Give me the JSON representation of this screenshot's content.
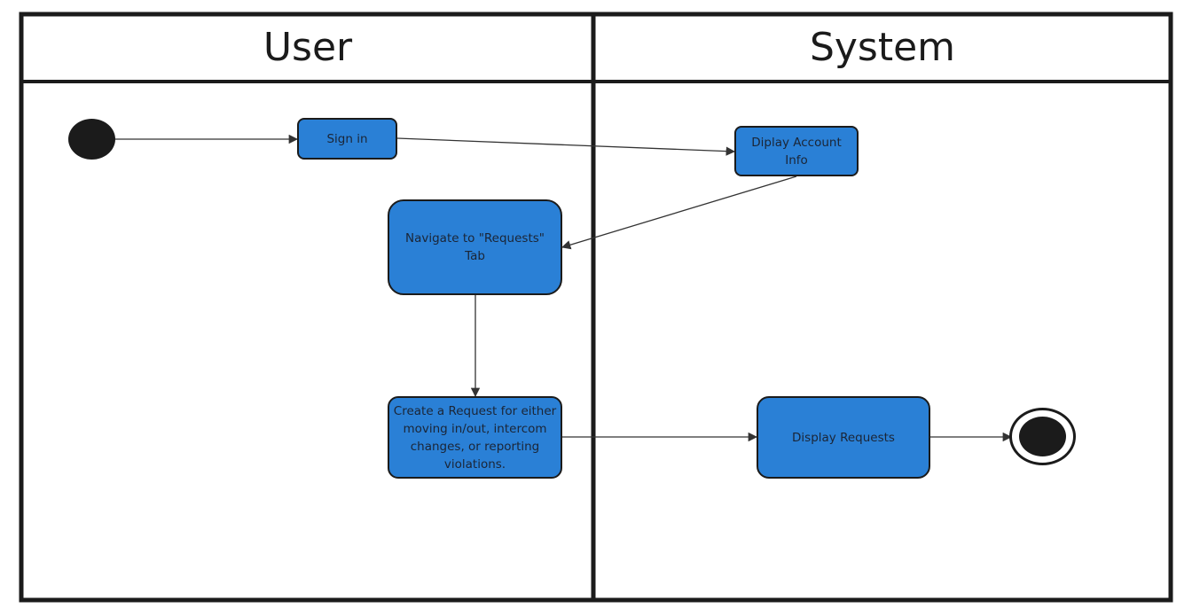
{
  "colors": {
    "node_fill": "#2a80d6",
    "stroke": "#1b1b1b",
    "start_fill": "#1b1b1b",
    "end_fill": "#1b1b1b"
  },
  "lanes": [
    {
      "title": "User"
    },
    {
      "title": "System"
    }
  ],
  "nodes": {
    "sign_in": "Sign in",
    "display_account_info": "Diplay Account Info",
    "navigate_requests": "Navigate to \"Requests\" Tab",
    "create_request": "Create a Request for either moving in/out, intercom changes, or reporting violations.",
    "display_requests": "Display Requests"
  }
}
